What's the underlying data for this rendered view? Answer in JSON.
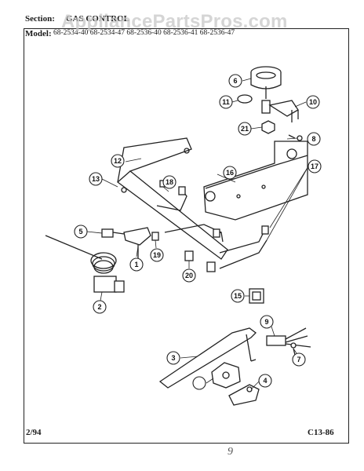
{
  "header": {
    "section_label": "Section:",
    "section_value": "GAS CONTROL",
    "model_label": "Model:",
    "model_values": "68-2534-40  68-2534-47  68-2536-40  68-2536-41  68-2536-47"
  },
  "watermark": "AppliancePartsPros.com",
  "footer": {
    "date": "2/94",
    "page_code": "C13-86",
    "page_mark": "9"
  },
  "callouts": {
    "c1": "1",
    "c2": "2",
    "c3": "3",
    "c4": "4",
    "c5": "5",
    "c6": "6",
    "c7": "7",
    "c8": "8",
    "c9": "9",
    "c10": "10",
    "c11": "11",
    "c12": "12",
    "c13": "13",
    "c15": "15",
    "c16": "16",
    "c17": "17",
    "c18": "18",
    "c19": "19",
    "c20": "20",
    "c21": "21"
  }
}
